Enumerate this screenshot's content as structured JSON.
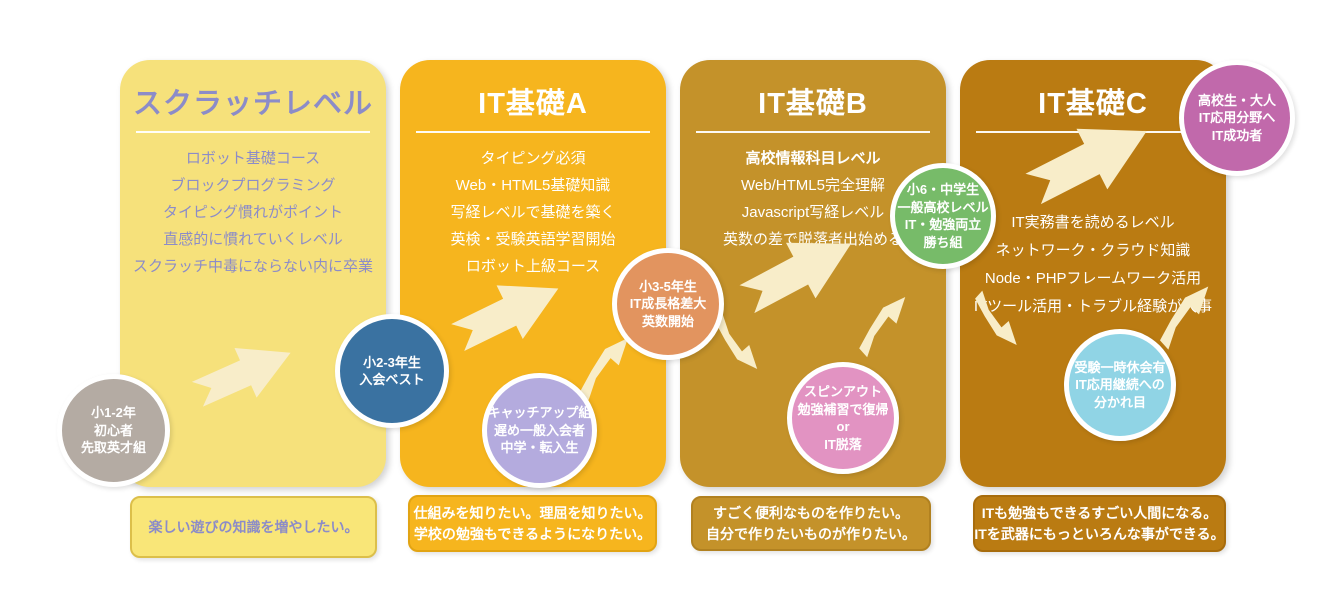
{
  "arrow_color": "#f8edc9",
  "columns": [
    {
      "name": "scratch-level",
      "title": "スクラッチレベル",
      "fill": "#f6e17b",
      "title_color": "#8c8cc8",
      "text_color": "#8c8cc8",
      "lines": [
        "ロボット基礎コース",
        "ブロックプログラミング",
        "タイピング慣れがポイント",
        "直感的に慣れていくレベル",
        "スクラッチ中毒にならない内に卒業"
      ],
      "caption": {
        "fill": "#f9e678",
        "border": "#dcبf4a",
        "text_color": "#8c8cc8",
        "lines": [
          "楽しい遊びの知識を増やしたい。"
        ]
      }
    },
    {
      "name": "it-basic-a",
      "title": "IT基礎A",
      "fill": "#f6b51e",
      "title_color": "#ffffff",
      "text_color": "#ffffff",
      "lines": [
        "タイピング必須",
        "Web・HTML5基礎知識",
        "写経レベルで基礎を築く",
        "英検・受験英語学習開始",
        "ロボット上級コース"
      ],
      "caption": {
        "fill": "#f6b51e",
        "border": "#e2a413",
        "text_color": "#ffffff",
        "lines": [
          "仕組みを知りたい。理屈を知りたい。",
          "学校の勉強もできるようになりたい。"
        ]
      }
    },
    {
      "name": "it-basic-b",
      "title": "IT基礎B",
      "fill": "#c4922a",
      "title_color": "#ffffff",
      "text_color": "#ffffff",
      "lines": [
        "高校情報科目レベル",
        "Web/HTML5完全理解",
        "Javascript写経レベル",
        "英数の差で脱落者出始める"
      ],
      "caption": {
        "fill": "#c4922a",
        "border": "#b18120",
        "text_color": "#ffffff",
        "lines": [
          "すごく便利なものを作りたい。",
          "自分で作りたいものが作りたい。"
        ]
      }
    },
    {
      "name": "it-basic-c",
      "title": "IT基礎C",
      "fill": "#ba7b12",
      "title_color": "#ffffff",
      "text_color": "#ffffff",
      "lines": [
        "IT実務書を読めるレベル",
        "ネットワーク・クラウド知識",
        "Node・PHPフレームワーク活用",
        "ITツール活用・トラブル経験が大事"
      ],
      "caption": {
        "fill": "#ba7b12",
        "border": "#a76c0d",
        "text_color": "#ffffff",
        "lines": [
          "ITも勉強もできるすごい人間になる。",
          "ITを武器にもっといろんな事ができる。"
        ]
      }
    }
  ],
  "circles": [
    {
      "name": "beginner",
      "fill": "#b4aba3",
      "lines": [
        "小1-2年",
        "初心者",
        "先取英才組"
      ]
    },
    {
      "name": "entry-best",
      "fill": "#3a72a1",
      "lines": [
        "小2-3年生",
        "入会ベスト"
      ]
    },
    {
      "name": "catch-up",
      "fill": "#b4abde",
      "lines": [
        "キャッチアップ組",
        "遅め一般入会者",
        "中学・転入生"
      ]
    },
    {
      "name": "grade3-5",
      "fill": "#e2945f",
      "lines": [
        "小3-5年生",
        "IT成長格差大",
        "英数開始"
      ]
    },
    {
      "name": "spin-out",
      "fill": "#e293c2",
      "lines": [
        "スピンアウト",
        "勉強補習で復帰",
        "or",
        "IT脱落"
      ]
    },
    {
      "name": "winner",
      "fill": "#77bb69",
      "lines": [
        "小6・中学生",
        "一般高校レベル",
        "IT・勉強両立",
        "勝ち組"
      ]
    },
    {
      "name": "exam-break",
      "fill": "#90d4e5",
      "lines": [
        "受験一時休会有",
        "IT応用継続への",
        "分かれ目"
      ]
    },
    {
      "name": "adult-success",
      "fill": "#c169ab",
      "lines": [
        "高校生・大人",
        "IT応用分野へ",
        "IT成功者"
      ]
    }
  ]
}
